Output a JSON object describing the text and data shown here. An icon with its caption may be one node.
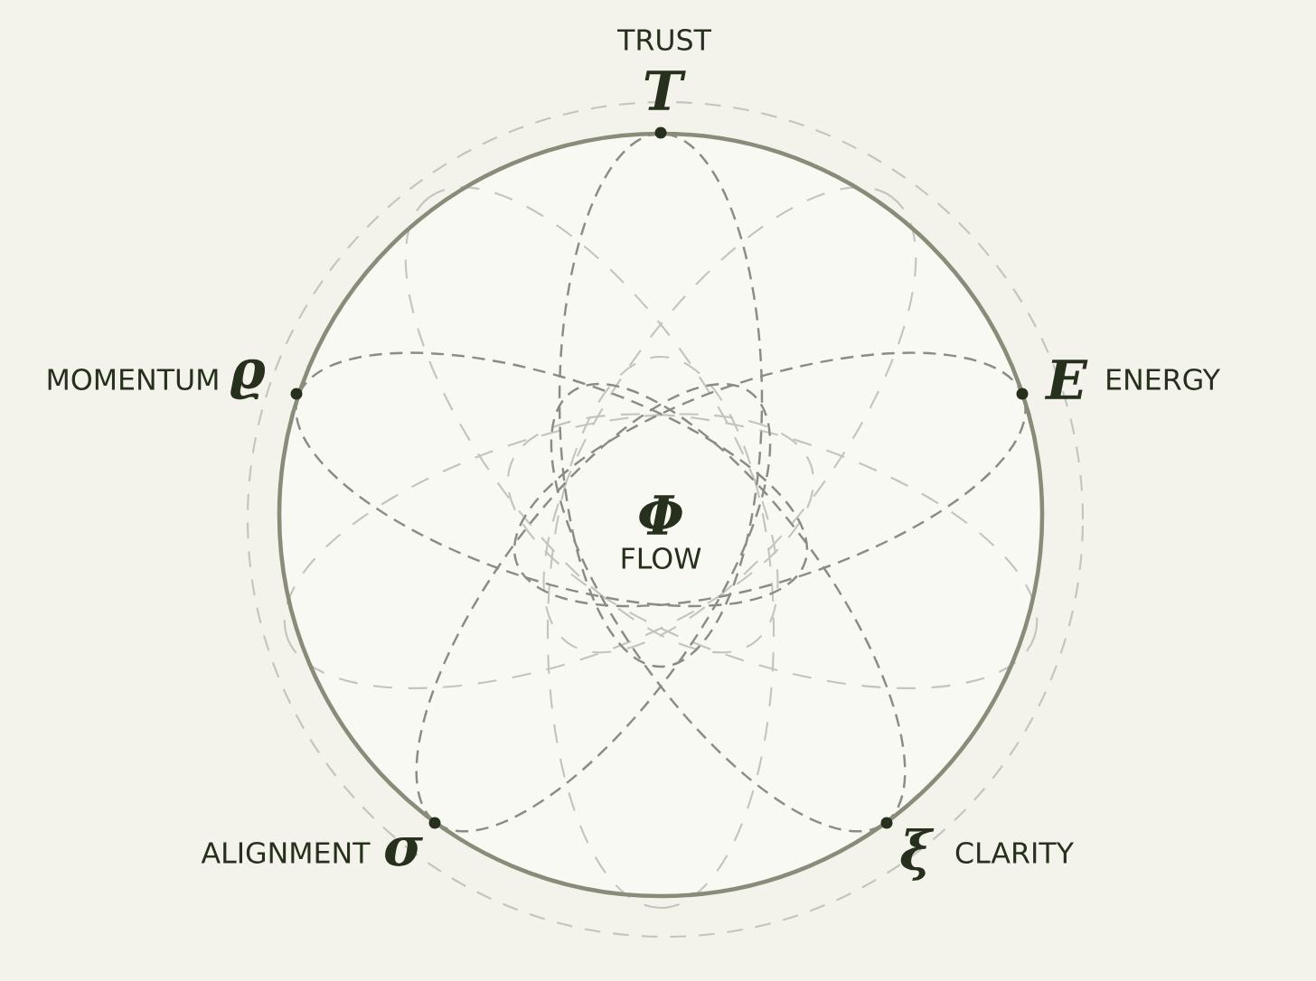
{
  "diagram": {
    "nodes": [
      {
        "text": [
          "Φ",
          "FLOW"
        ]
      },
      {
        "text": [
          "TRUST",
          "T"
        ]
      },
      {
        "text": [
          "E",
          "ENERGY"
        ]
      },
      {
        "text": [
          "ξ",
          "CLARITY"
        ]
      },
      {
        "text": [
          "ALIGNMENT",
          "σ"
        ]
      },
      {
        "text": [
          "MOMENTUM",
          "ϱ"
        ]
      }
    ]
  }
}
